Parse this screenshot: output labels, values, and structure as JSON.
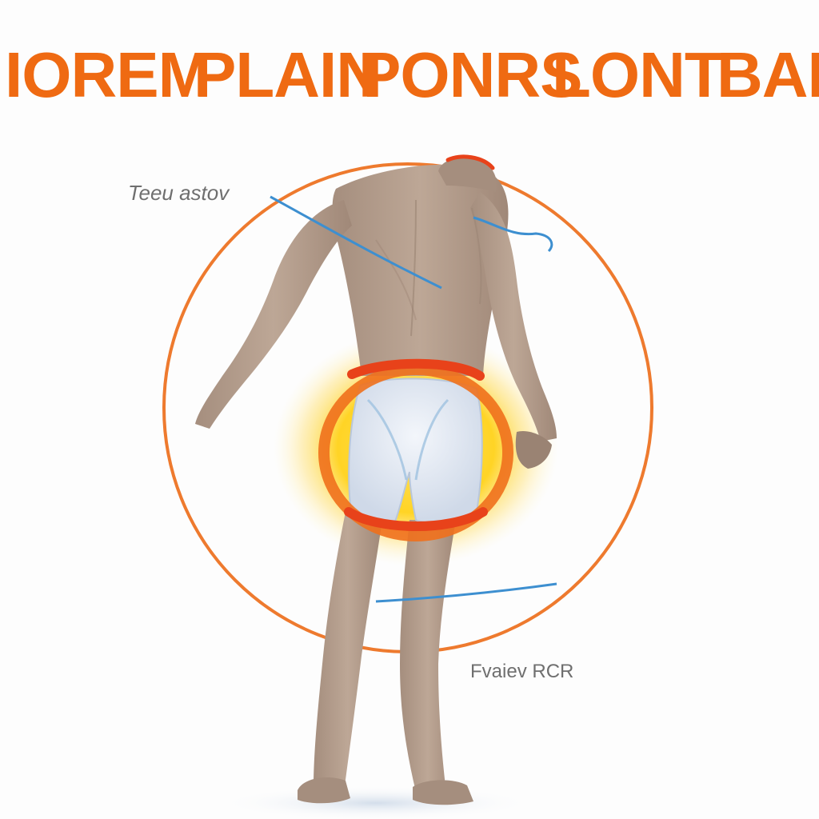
{
  "title": {
    "words": [
      "IOREM",
      "PLAIN",
      "PONRS",
      "LONT",
      "BAK"
    ],
    "color": "#ef6a12"
  },
  "labels": {
    "upper": "Teeu astov",
    "lower": "Fvaiev RCR"
  },
  "colors": {
    "outer_ring": "#ee7a2e",
    "pain_ring": "#e8421a",
    "pain_glow": "#ffd21a",
    "skin": "#b49d8d",
    "skin_shade": "#9a8373",
    "shorts": "#dfe6f1",
    "leader_line": "#3d8fd0"
  }
}
